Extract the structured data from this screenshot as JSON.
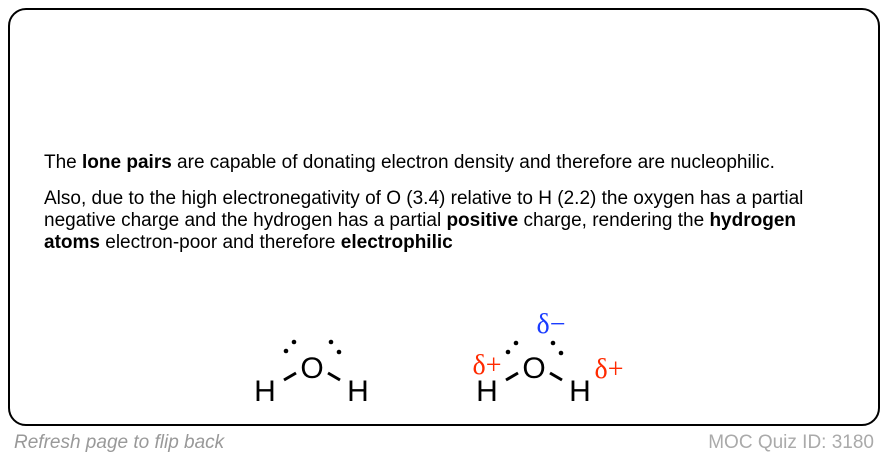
{
  "paragraphs": [
    {
      "t1": "The ",
      "b1": "lone pairs",
      "t2": " are capable of donating electron density and therefore are nucleophilic."
    },
    {
      "t1": "Also, due to the high electronegativity of O (3.4) relative to H (2.2) the oxygen has a partial negative charge and the hydrogen has a partial ",
      "b1": "positive",
      "t2": " charge, rendering the ",
      "b2": "hydrogen atoms",
      "t3": " electron-poor and therefore ",
      "b3": "electrophilic"
    }
  ],
  "molecules": {
    "left": {
      "o": "O",
      "h1": "H",
      "h2": "H"
    },
    "right": {
      "o": "O",
      "h1": "H",
      "h2": "H",
      "delta_minus": "δ−",
      "delta_plus": "δ+"
    }
  },
  "colors": {
    "delta_minus": "#1a3cff",
    "delta_plus": "#ff2a00"
  },
  "footer": {
    "left": "Refresh page to flip back",
    "right": "MOC Quiz ID: 3180"
  }
}
